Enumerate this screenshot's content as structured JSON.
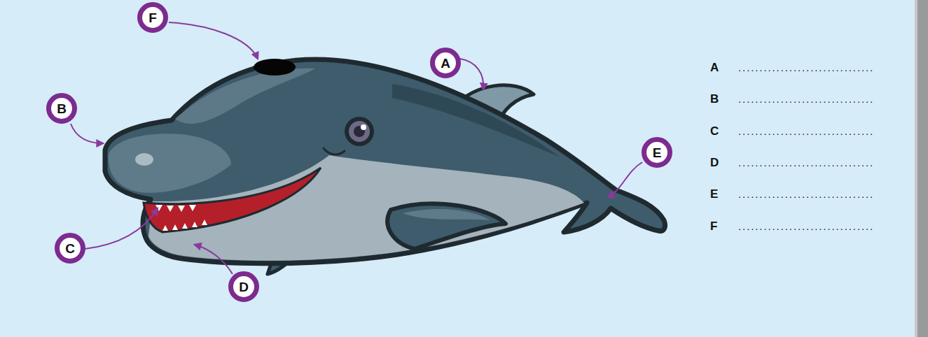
{
  "diagram": {
    "nodes": [
      {
        "text": [
          "F"
        ]
      },
      {
        "text": [
          "A"
        ]
      },
      {
        "text": [
          "B"
        ]
      },
      {
        "text": [
          "E"
        ]
      },
      {
        "text": [
          "C"
        ]
      },
      {
        "text": [
          "D"
        ]
      }
    ],
    "labels": [
      "A",
      "................................",
      "B",
      "................................",
      "C",
      "................................",
      "D",
      "................................",
      "E",
      "................................",
      "F",
      "................................"
    ]
  }
}
